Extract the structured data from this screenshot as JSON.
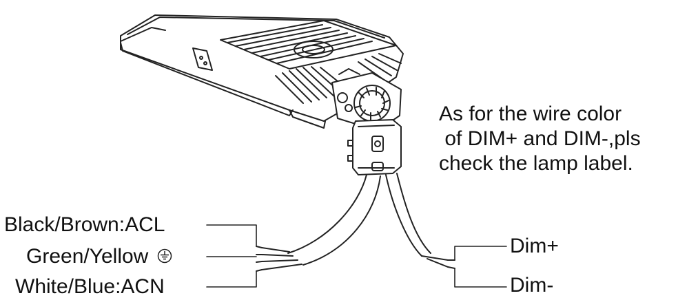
{
  "note": {
    "lines": [
      "As for the wire color",
      " of DIM+ and DIM-,pls",
      "check the lamp label."
    ]
  },
  "wire_labels": {
    "black_brown": "Black/Brown:ACL",
    "green_yellow": "Green/Yellow",
    "white_blue": "White/Blue:ACN",
    "dim_plus": "Dim+",
    "dim_minus": "Dim-"
  },
  "icons": {
    "ground": "protective-earth-ground-icon"
  },
  "colors": {
    "line": "#222222",
    "background": "#ffffff"
  }
}
